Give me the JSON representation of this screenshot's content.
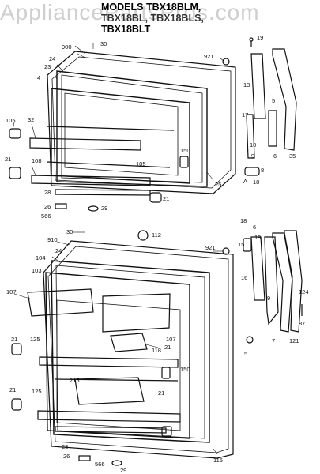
{
  "watermark": "AppliancePartsPros.com",
  "models": {
    "line1": "MODELS TBX18BLM,",
    "line2": "TBX18BL, TBX18BLS,",
    "line3": "TBX18BLT"
  },
  "callouts": {
    "top": [
      "30",
      "900",
      "921",
      "19",
      "23",
      "24",
      "4",
      "13",
      "5",
      "105",
      "32",
      "17",
      "150",
      "6",
      "35",
      "10",
      "9",
      "21",
      "108",
      "105",
      "25",
      "A",
      "18",
      "8",
      "28",
      "21",
      "26",
      "566",
      "29"
    ],
    "bottom": [
      "30",
      "112",
      "18",
      "910",
      "24",
      "921",
      "104",
      "103",
      "9",
      "107",
      "118",
      "107",
      "124",
      "125",
      "21",
      "87",
      "21",
      "150",
      "215",
      "7",
      "121",
      "21",
      "125",
      "21",
      "28",
      "26",
      "566",
      "29",
      "115",
      "16",
      "5",
      "6",
      "19",
      "15"
    ]
  }
}
